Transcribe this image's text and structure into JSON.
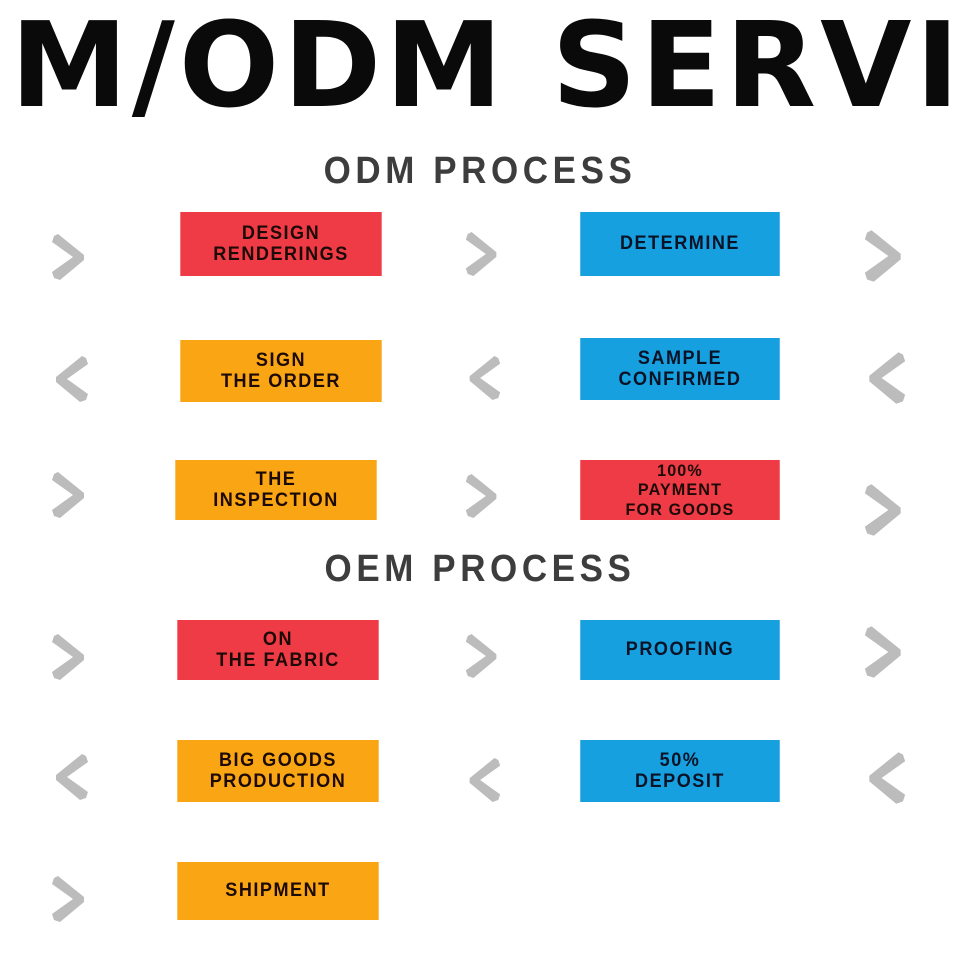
{
  "banner": {
    "title": "OEM/ODM SERVICE",
    "note_visible_text": "EM/ODM SERVIC"
  },
  "sections": [
    {
      "id": "odm",
      "heading": "ODM PROCESS"
    },
    {
      "id": "oem",
      "heading": "OEM PROCESS"
    }
  ],
  "colors": {
    "red": "#ef3b46",
    "blue": "#16a0e0",
    "orange": "#f9a514",
    "chevron_gray": "#bcbcbc",
    "heading_gray": "#3d3d3d",
    "background": "#ffffff"
  },
  "odm_process": {
    "rows": [
      {
        "direction": "right",
        "chevrons": [
          "chevron-right-icon",
          "chevron-right-icon",
          "chevron-right-icon"
        ],
        "box_a": {
          "lines": [
            "DESIGN",
            "RENDERINGS"
          ],
          "color": "red"
        },
        "box_b": {
          "lines": [
            "DETERMINE"
          ],
          "color": "blue"
        }
      },
      {
        "direction": "left",
        "chevrons": [
          "chevron-left-icon",
          "chevron-left-icon",
          "chevron-left-icon"
        ],
        "box_a": {
          "lines": [
            "SIGN",
            "THE ORDER"
          ],
          "color": "orange"
        },
        "box_b": {
          "lines": [
            "SAMPLE",
            "CONFIRMED"
          ],
          "color": "blue"
        }
      },
      {
        "direction": "right",
        "chevrons": [
          "chevron-right-icon",
          "chevron-right-icon",
          "chevron-right-icon"
        ],
        "box_a": {
          "lines": [
            "THE",
            "INSPECTION"
          ],
          "color": "orange"
        },
        "box_b": {
          "lines": [
            "100%",
            "PAYMENT",
            "FOR GOODS"
          ],
          "color": "red"
        }
      }
    ]
  },
  "oem_process": {
    "rows": [
      {
        "direction": "right",
        "chevrons": [
          "chevron-right-icon",
          "chevron-right-icon",
          "chevron-right-icon"
        ],
        "box_a": {
          "lines": [
            "ON",
            "THE FABRIC"
          ],
          "color": "red"
        },
        "box_b": {
          "lines": [
            "PROOFING"
          ],
          "color": "blue"
        }
      },
      {
        "direction": "left",
        "chevrons": [
          "chevron-left-icon",
          "chevron-left-icon",
          "chevron-left-icon"
        ],
        "box_a": {
          "lines": [
            "BIG GOODS",
            "PRODUCTION"
          ],
          "color": "orange"
        },
        "box_b": {
          "lines": [
            "50%",
            "DEPOSIT"
          ],
          "color": "blue"
        }
      },
      {
        "direction": "right",
        "chevrons": [
          "chevron-right-icon"
        ],
        "box_a": {
          "lines": [
            "SHIPMENT"
          ],
          "color": "orange"
        },
        "box_b": null
      }
    ]
  },
  "text": {
    "r1a1": "DESIGN",
    "r1a2": "RENDERINGS",
    "r1b1": "DETERMINE",
    "r2a1": "SIGN",
    "r2a2": "THE ORDER",
    "r2b1": "SAMPLE",
    "r2b2": "CONFIRMED",
    "r3a1": "THE",
    "r3a2": "INSPECTION",
    "r3b1": "100%",
    "r3b2": "PAYMENT",
    "r3b3": "FOR GOODS",
    "r4a1": "ON",
    "r4a2": "THE FABRIC",
    "r4b1": "PROOFING",
    "r5a1": "BIG GOODS",
    "r5a2": "PRODUCTION",
    "r5b1": "50%",
    "r5b2": "DEPOSIT",
    "r6a1": "SHIPMENT"
  }
}
